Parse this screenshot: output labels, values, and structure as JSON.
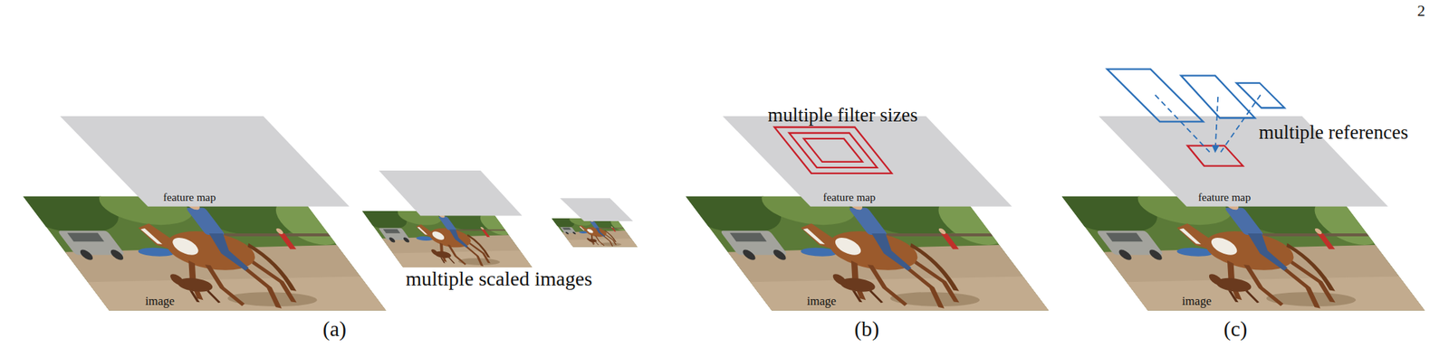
{
  "diagram": {
    "labels": [
      "2",
      "feature map",
      "image",
      "multiple scaled images",
      "(a)",
      "multiple filter sizes",
      "feature map",
      "image",
      "(b)",
      "multiple references",
      "feature map",
      "image",
      "(c)"
    ]
  }
}
